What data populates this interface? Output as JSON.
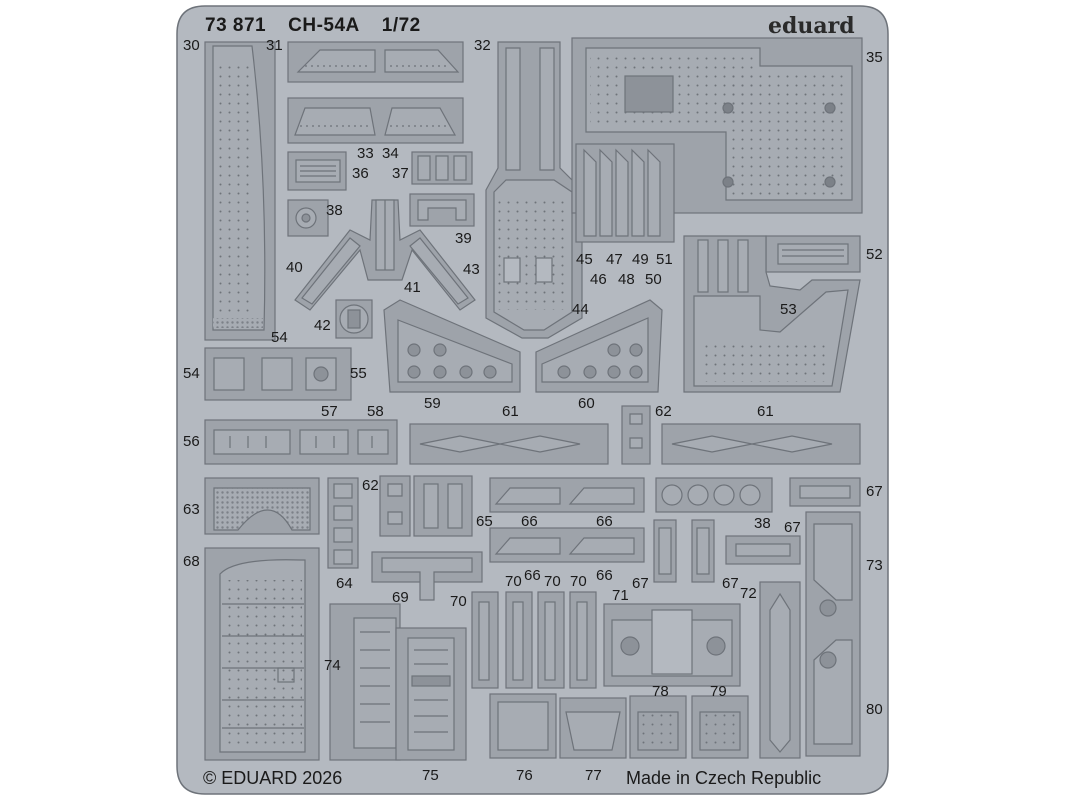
{
  "header": {
    "catalog_number": "73 871",
    "model": "CH-54A",
    "scale": "1/72",
    "brand": "eduard"
  },
  "footer": {
    "copyright": "© EDUARD 2026",
    "origin": "Made in Czech Republic"
  },
  "part_numbers": [
    "30",
    "31",
    "32",
    "33",
    "34",
    "35",
    "36",
    "37",
    "38",
    "39",
    "40",
    "41",
    "42",
    "43",
    "44",
    "45",
    "46",
    "47",
    "48",
    "49",
    "50",
    "51",
    "52",
    "53",
    "54",
    "54",
    "55",
    "56",
    "57",
    "58",
    "59",
    "60",
    "61",
    "61",
    "62",
    "62",
    "63",
    "64",
    "65",
    "66",
    "66",
    "66",
    "66",
    "67",
    "67",
    "67",
    "67",
    "68",
    "69",
    "70",
    "70",
    "70",
    "70",
    "71",
    "72",
    "73",
    "74",
    "75",
    "76",
    "77",
    "78",
    "79",
    "80",
    "38"
  ],
  "colors": {
    "fret": "#b4b9c0",
    "part": "#a7acb3",
    "outline": "#6e737a",
    "background": "#ffffff"
  }
}
